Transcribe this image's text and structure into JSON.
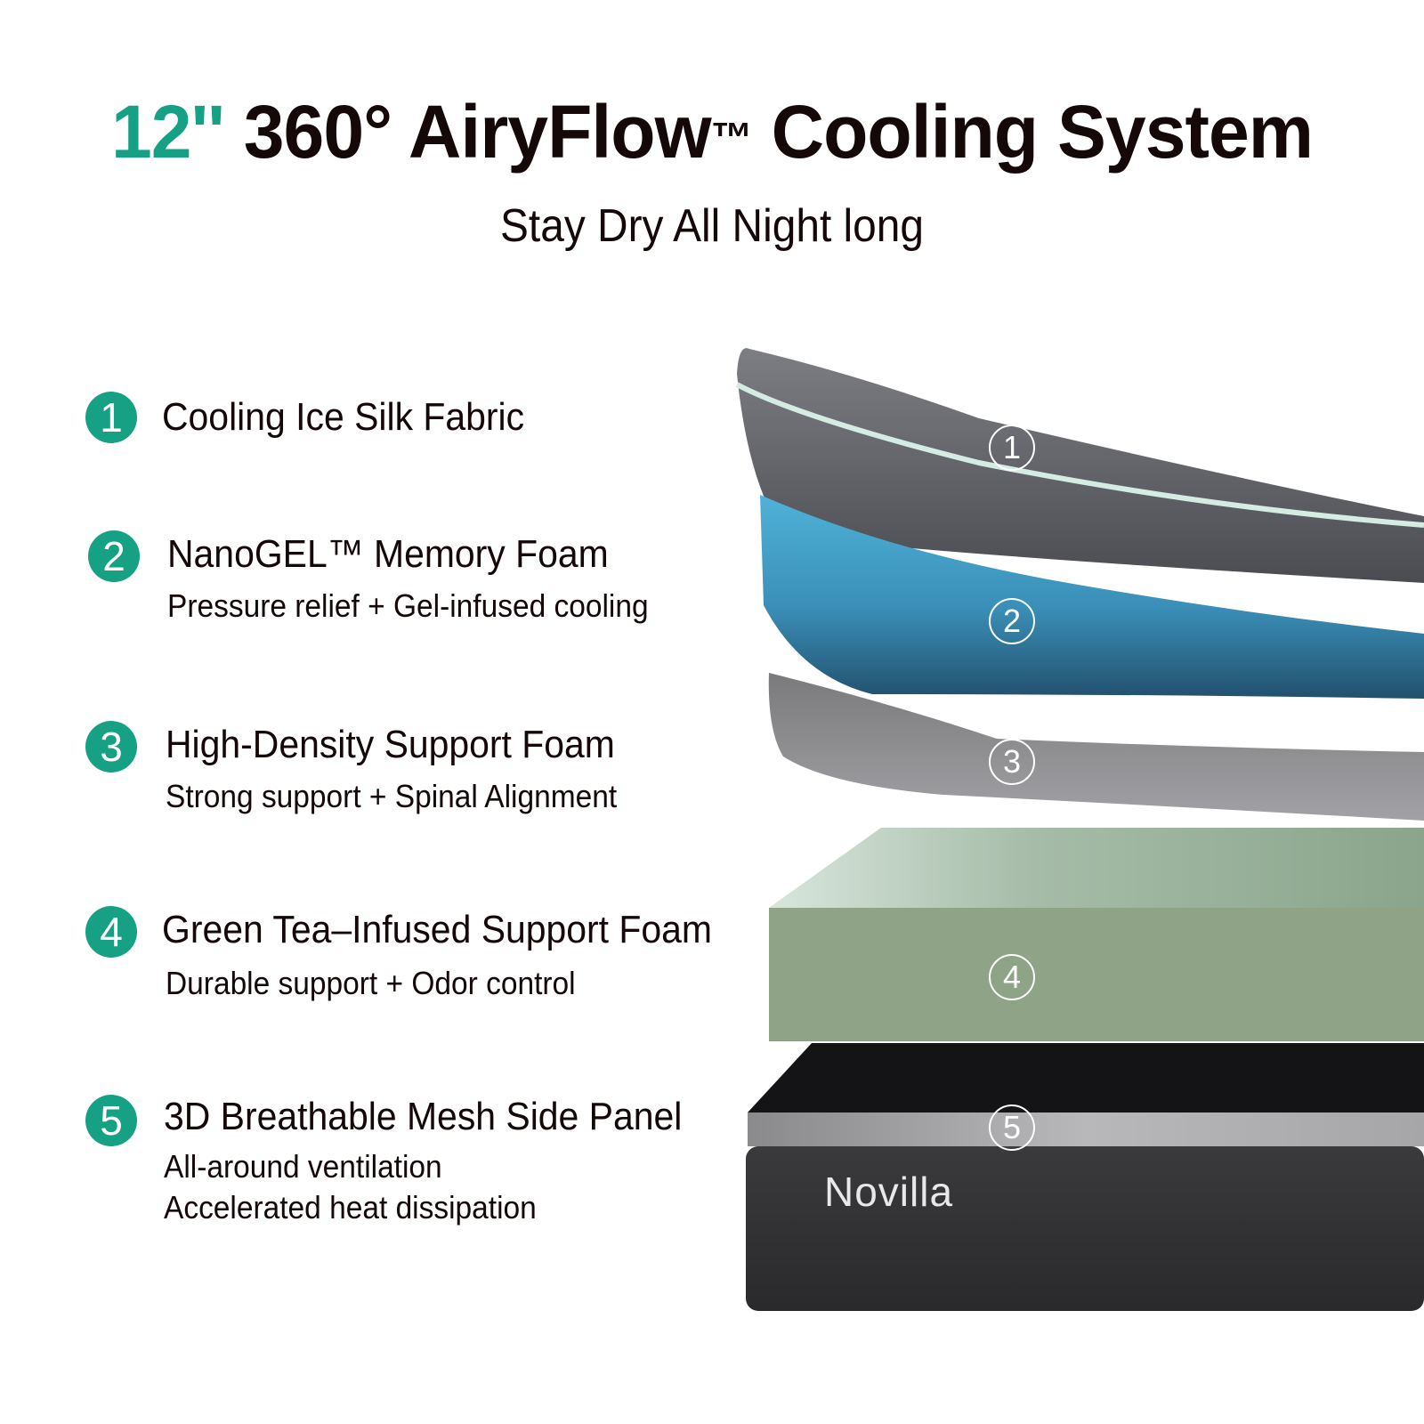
{
  "header": {
    "title_accent": "12''",
    "title_main": "360° AiryFlow",
    "title_tm": "™",
    "title_end": "Cooling System",
    "subtitle": "Stay Dry All Night long"
  },
  "features": [
    {
      "number": "1",
      "title": "Cooling Ice Silk Fabric",
      "desc": []
    },
    {
      "number": "2",
      "title": "NanoGEL™ Memory Foam",
      "desc": [
        "Pressure relief + Gel-infused cooling"
      ]
    },
    {
      "number": "3",
      "title": "High-Density Support Foam",
      "desc": [
        "Strong support + Spinal Alignment"
      ]
    },
    {
      "number": "4",
      "title": "Green Tea–Infused Support Foam",
      "desc": [
        "Durable support + Odor control"
      ]
    },
    {
      "number": "5",
      "title": "3D Breathable Mesh Side Panel",
      "desc": [
        "All-around ventilation",
        "Accelerated heat dissipation"
      ]
    }
  ],
  "diagram": {
    "layer_labels": [
      "1",
      "2",
      "3",
      "4",
      "5"
    ],
    "brand": "Novilla"
  },
  "colors": {
    "accent": "#16a084",
    "fabric": "#5c5e64",
    "gel": "#3a9ec4",
    "support": "#8a8a8a",
    "green_tea": "#8fa487",
    "base": "#2e2e30"
  }
}
